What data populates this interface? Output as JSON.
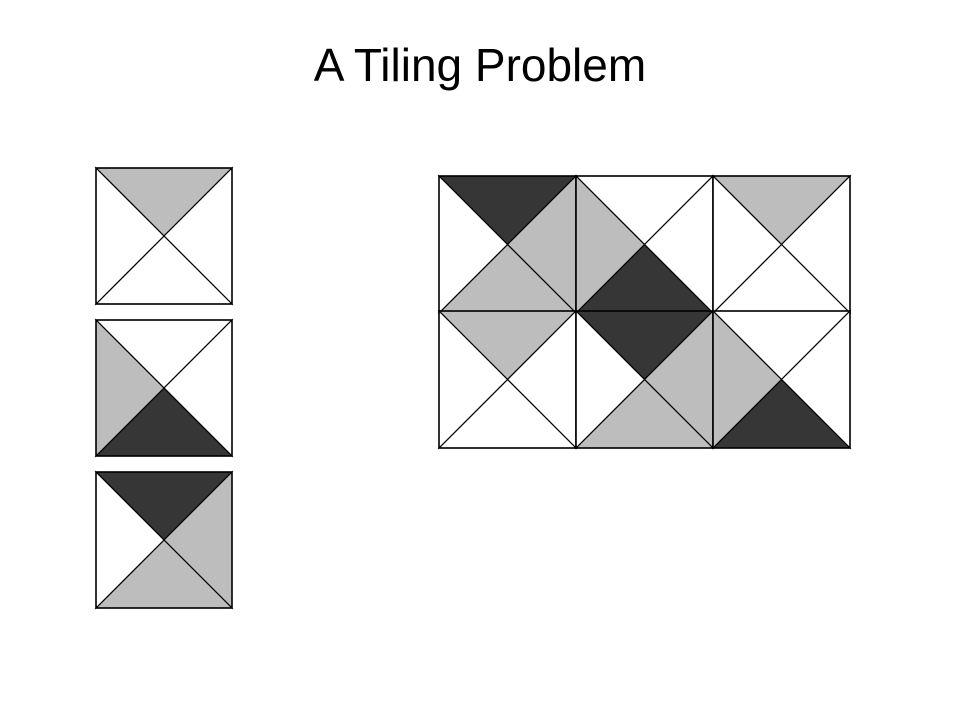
{
  "title": "A Tiling Problem",
  "colors": {
    "white": "#ffffff",
    "gray": "#bdbdbd",
    "dark": "#363636",
    "stroke": "#000000"
  },
  "tile_types": [
    {
      "name": "tile-type-1",
      "top": "gray",
      "right": "white",
      "bottom": "white",
      "left": "white"
    },
    {
      "name": "tile-type-2",
      "top": "white",
      "right": "white",
      "bottom": "dark",
      "left": "gray"
    },
    {
      "name": "tile-type-3",
      "top": "dark",
      "right": "gray",
      "bottom": "gray",
      "left": "white"
    }
  ],
  "tiling_grid": {
    "rows": 2,
    "cols": 3,
    "cells": [
      [
        2,
        1,
        0
      ],
      [
        0,
        2,
        1
      ]
    ]
  }
}
